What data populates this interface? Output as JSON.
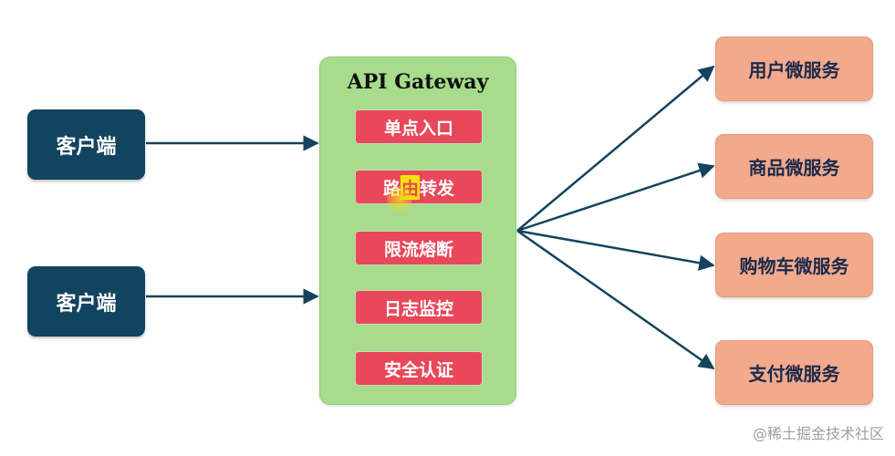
{
  "clients": [
    {
      "label": "客户端"
    },
    {
      "label": "客户端"
    }
  ],
  "gateway": {
    "title": "API Gateway",
    "features": [
      {
        "label": "单点入口"
      },
      {
        "pre": "路",
        "highlight": "由",
        "post": "转发"
      },
      {
        "label": "限流熔断"
      },
      {
        "label": "日志监控"
      },
      {
        "label": "安全认证"
      }
    ]
  },
  "services": [
    {
      "label": "用户微服务"
    },
    {
      "label": "商品微服务"
    },
    {
      "label": "购物车微服务"
    },
    {
      "label": "支付微服务"
    }
  ],
  "watermark": "@稀土掘金技术社区",
  "colors": {
    "client_bg": "#12445f",
    "gateway_bg": "#a6dc8c",
    "feature_bg": "#e8485a",
    "service_bg": "#f2a98c",
    "arrow": "#14435c",
    "highlight": "#f5e10a"
  }
}
